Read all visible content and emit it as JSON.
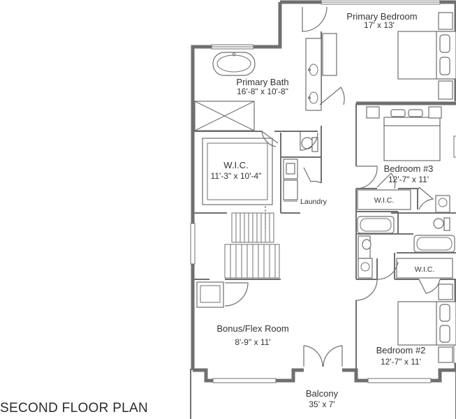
{
  "plan_title": "SECOND FLOOR PLAN",
  "rooms": {
    "primary_bedroom": {
      "name": "Primary Bedroom",
      "size": "17' x 13'"
    },
    "primary_bath": {
      "name": "Primary Bath",
      "size": "16'-8\" x 10'-8\""
    },
    "wic_primary": {
      "name": "W.I.C.",
      "size": "11'-3\" x 10'-4\""
    },
    "bedroom3": {
      "name": "Bedroom #3",
      "size": "12'-7\" x 11'"
    },
    "wic_bed3": {
      "name": "W.I.C."
    },
    "laundry": {
      "name": "Laundry"
    },
    "wic_bed2": {
      "name": "W.I.C."
    },
    "bonus": {
      "name": "Bonus/Flex Room",
      "size": "8'-9\" x 11'"
    },
    "bedroom2": {
      "name": "Bedroom #2",
      "size": "12'-7\" x 11'"
    },
    "balcony": {
      "name": "Balcony",
      "size": "35' x 7'"
    }
  }
}
